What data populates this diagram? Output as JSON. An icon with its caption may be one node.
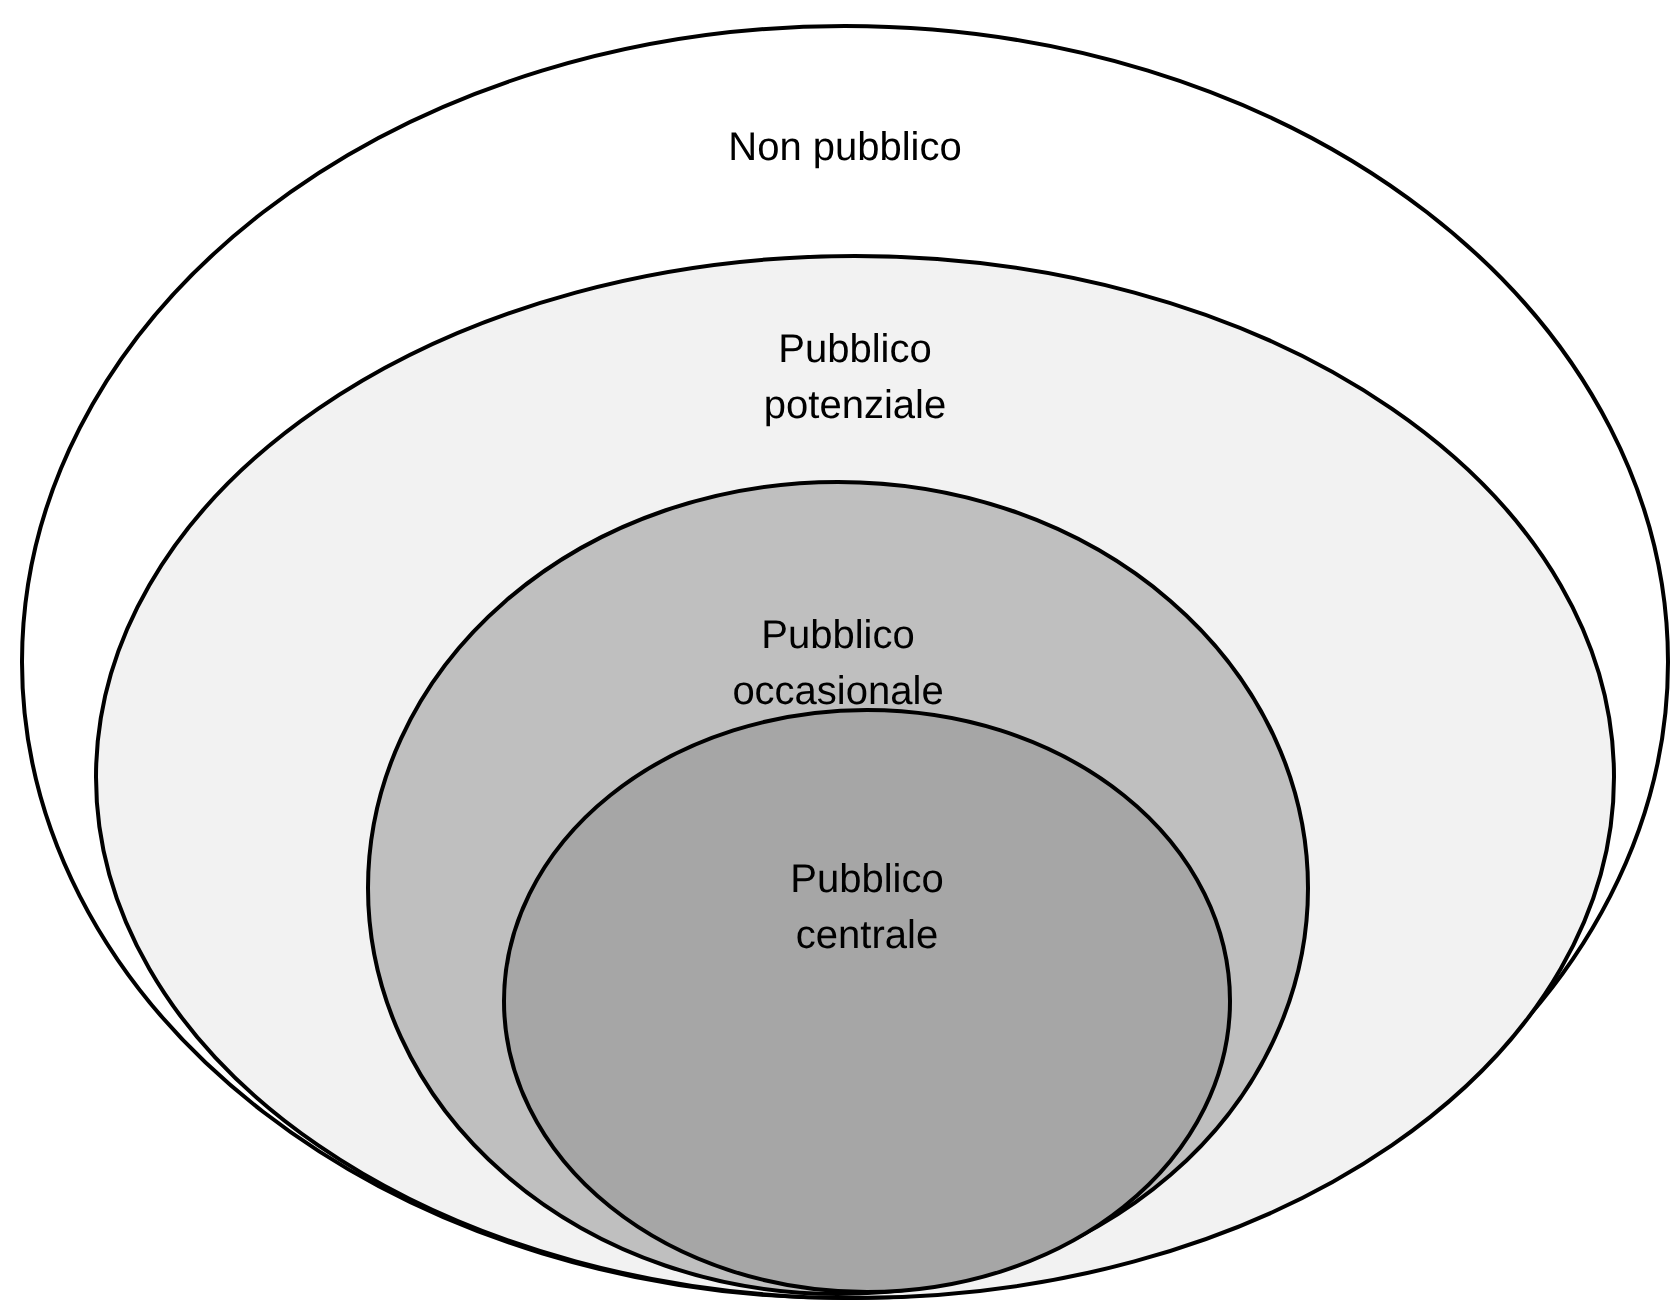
{
  "diagram": {
    "nodes": [
      {
        "text": [
          "Non pubblico"
        ]
      },
      {
        "text": [
          "Pubblico potenziale"
        ],
        "in": 0
      },
      {
        "text": [
          "Pubblico occasionale"
        ],
        "in": 1
      },
      {
        "text": [
          "Pubblico centrale"
        ],
        "in": 2
      }
    ]
  }
}
